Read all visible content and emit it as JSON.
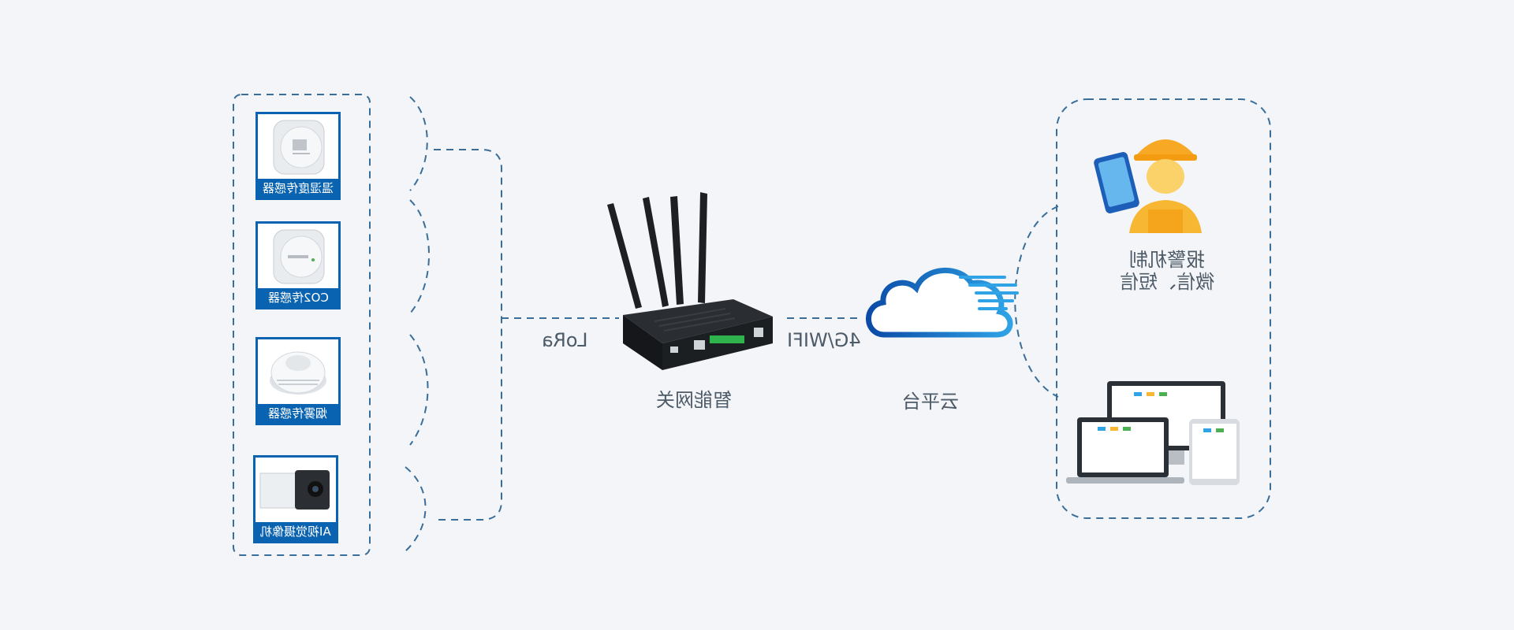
{
  "sensors": [
    {
      "label": "温湿度传感器",
      "icon": "temp-humidity-sensor-icon"
    },
    {
      "label": "CO2传感器",
      "icon": "co2-sensor-icon"
    },
    {
      "label": "烟雾传感器",
      "icon": "smoke-sensor-icon"
    },
    {
      "label": "AI视觉摄像机",
      "icon": "ai-camera-icon"
    }
  ],
  "links": {
    "lora": "LoRa",
    "network": "4G/WIFI"
  },
  "gateway": {
    "label": "智能网关",
    "icon": "gateway-router-icon"
  },
  "cloud": {
    "label": "云平台",
    "icon": "cloud-icon"
  },
  "alarm": {
    "line1": "报警机制",
    "line2": "微信、短信",
    "icon": "worker-phone-icon"
  },
  "devices": {
    "icon": "monitor-devices-icon"
  },
  "colors": {
    "accent": "#0a63b0",
    "dash": "#3a6e9a",
    "background": "#f3f5f8",
    "worker": "#f7b733"
  }
}
